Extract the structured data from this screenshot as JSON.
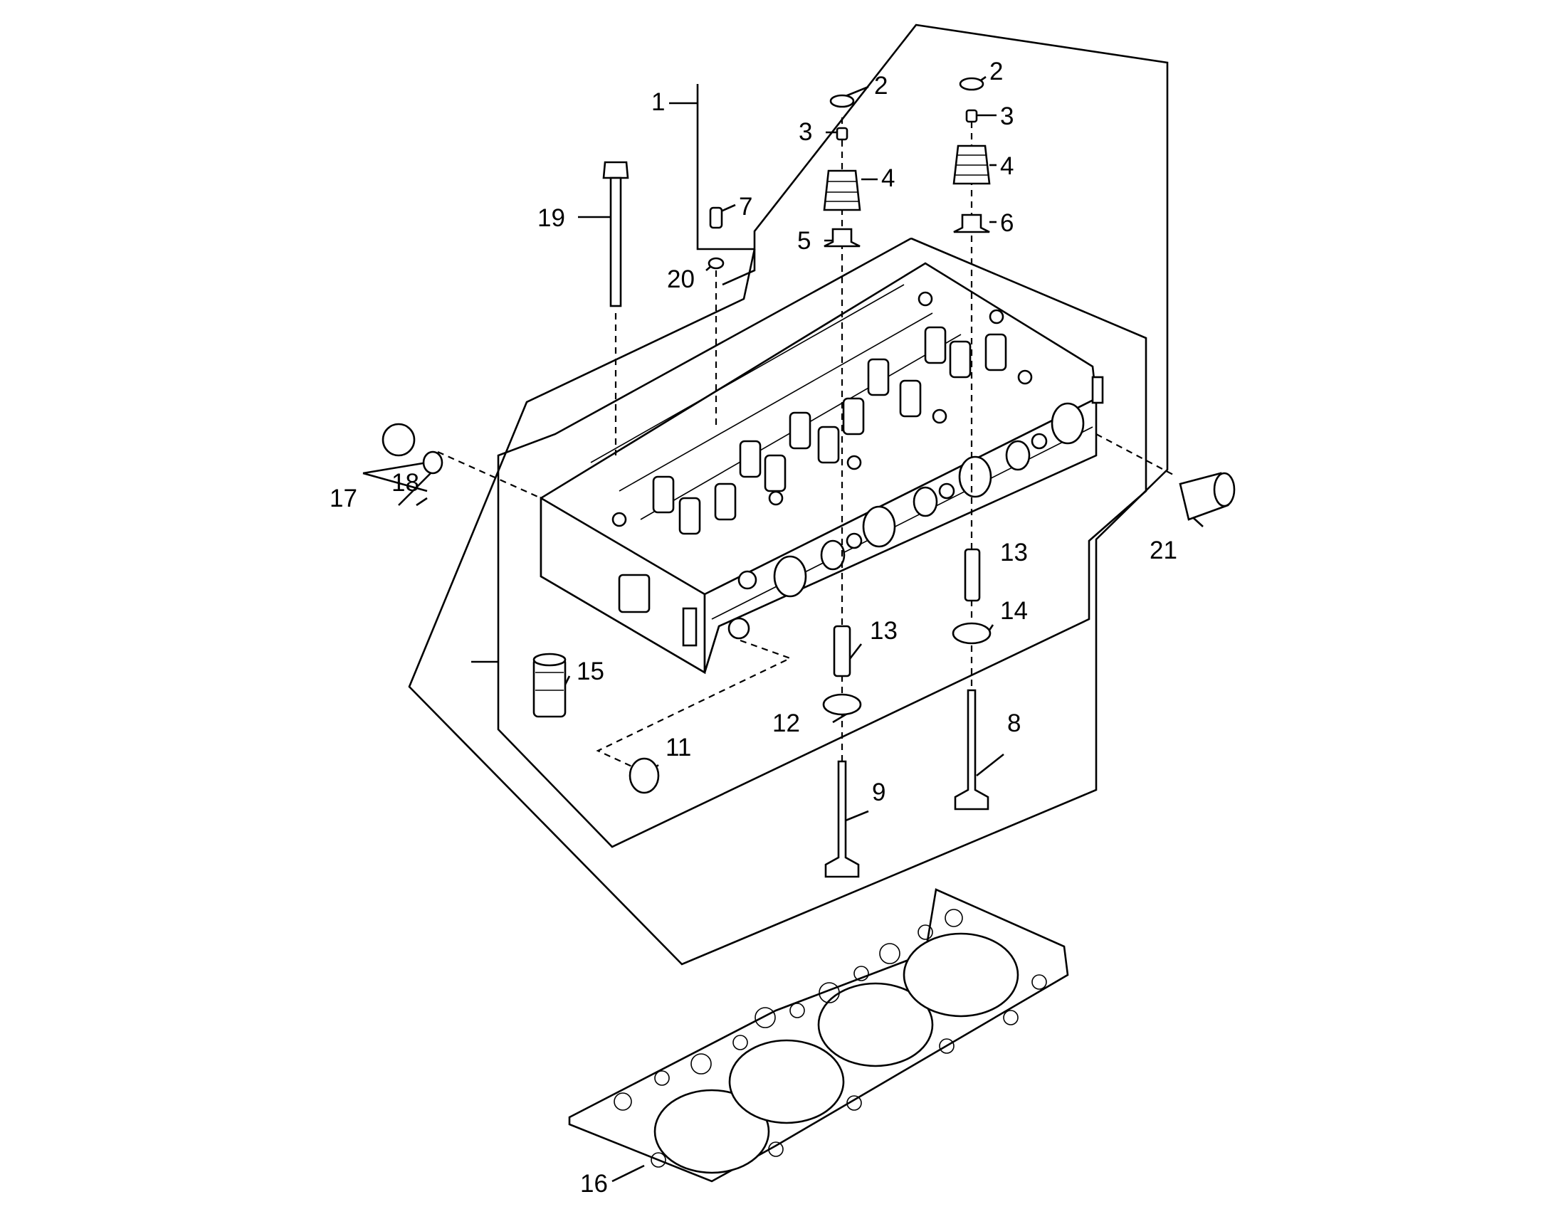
{
  "diagram": {
    "callouts": [
      {
        "id": "c1",
        "text": "1"
      },
      {
        "id": "c2a",
        "text": "2"
      },
      {
        "id": "c2b",
        "text": "2"
      },
      {
        "id": "c3a",
        "text": "3"
      },
      {
        "id": "c3b",
        "text": "3"
      },
      {
        "id": "c4a",
        "text": "4"
      },
      {
        "id": "c4b",
        "text": "4"
      },
      {
        "id": "c5",
        "text": "5"
      },
      {
        "id": "c6",
        "text": "6"
      },
      {
        "id": "c7",
        "text": "7"
      },
      {
        "id": "c8",
        "text": "8"
      },
      {
        "id": "c9",
        "text": "9"
      },
      {
        "id": "c11",
        "text": "11"
      },
      {
        "id": "c12",
        "text": "12"
      },
      {
        "id": "c13a",
        "text": "13"
      },
      {
        "id": "c13b",
        "text": "13"
      },
      {
        "id": "c14",
        "text": "14"
      },
      {
        "id": "c15",
        "text": "15"
      },
      {
        "id": "c16",
        "text": "16"
      },
      {
        "id": "c17",
        "text": "17"
      },
      {
        "id": "c18",
        "text": "18"
      },
      {
        "id": "c19",
        "text": "19"
      },
      {
        "id": "c20",
        "text": "20"
      },
      {
        "id": "c21",
        "text": "21"
      }
    ]
  }
}
